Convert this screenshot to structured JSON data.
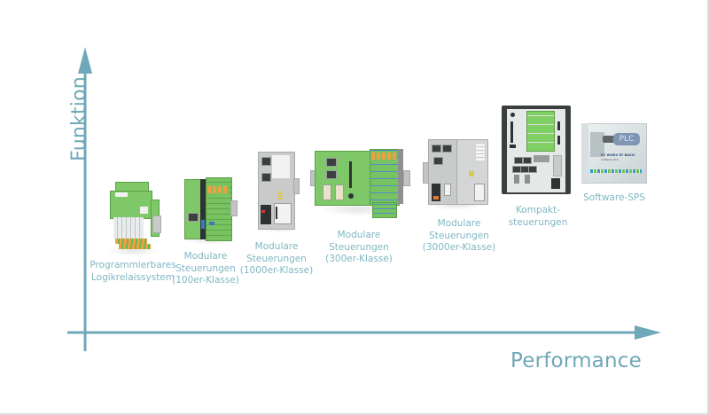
{
  "axes": {
    "y_label": "Funktion",
    "x_label": "Performance",
    "color": "#6fa8b8"
  },
  "products": [
    {
      "id": "logic-relay",
      "icon": "logic-relay-module-image",
      "label_lines": [
        "Programmierbares",
        "Logikrelaissystem"
      ]
    },
    {
      "id": "modular-100",
      "icon": "modular-controller-100-image",
      "label_lines": [
        "Modulare",
        "Steuerungen",
        "(100er-Klasse)"
      ]
    },
    {
      "id": "modular-1000",
      "icon": "modular-controller-1000-image",
      "label_lines": [
        "Modulare",
        "Steuerungen",
        "(1000er-Klasse)"
      ]
    },
    {
      "id": "modular-300",
      "icon": "modular-controller-300-image",
      "label_lines": [
        "Modulare",
        "Steuerungen",
        "(300er-Klasse)"
      ]
    },
    {
      "id": "modular-3000",
      "icon": "modular-controller-3000-image",
      "label_lines": [
        "Modulare",
        "Steuerungen",
        "(3000er-Klasse)"
      ]
    },
    {
      "id": "compact",
      "icon": "compact-controller-image",
      "label_lines": [
        "Kompakt-",
        "steuerungen"
      ]
    },
    {
      "id": "software-plc",
      "icon": "software-plc-box-image",
      "label_lines": [
        "Software-SPS"
      ],
      "box_text": {
        "tag": "PLC",
        "title": "PC WORX RT BASIC",
        "subtitle": "Software PLC"
      }
    }
  ]
}
